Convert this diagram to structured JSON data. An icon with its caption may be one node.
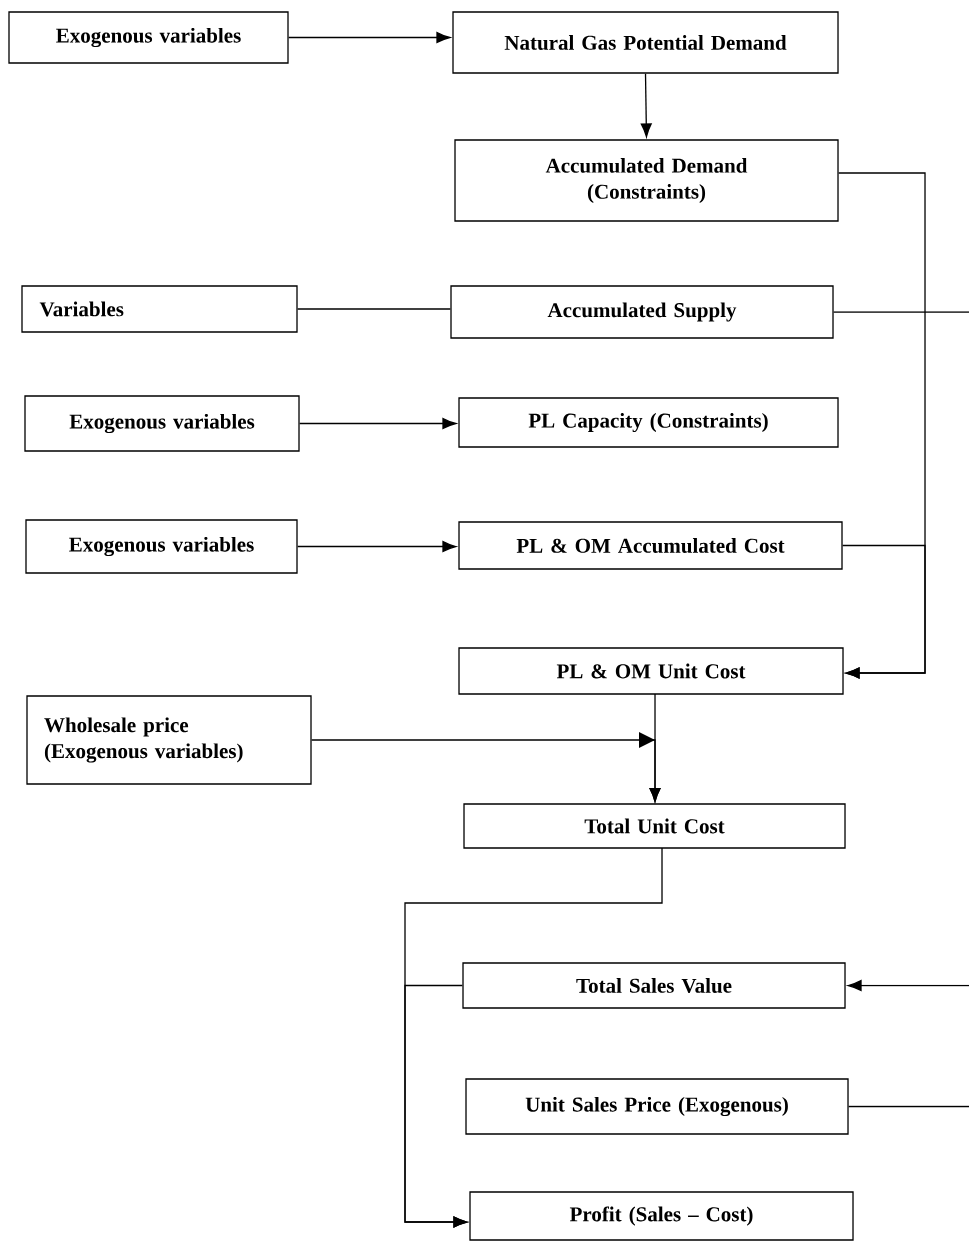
{
  "diagram": {
    "nodes": [
      {
        "text": [
          "Exogenous variables"
        ]
      },
      {
        "text": [
          "Natural Gas Potential Demand"
        ]
      },
      {
        "text": [
          "Accumulated Demand (Constraints)"
        ]
      },
      {
        "text": [
          "Variables"
        ]
      },
      {
        "text": [
          "Accumulated Supply"
        ]
      },
      {
        "text": [
          "Exogenous variables"
        ]
      },
      {
        "text": [
          "PL Capacity (Constraints)"
        ]
      },
      {
        "text": [
          "Exogenous variables"
        ]
      },
      {
        "text": [
          "PL & OM Accumulated Cost"
        ]
      },
      {
        "text": [
          "PL & OM Unit Cost"
        ]
      },
      {
        "text": [
          "Wholesale price (Exogenous variables)"
        ]
      },
      {
        "text": [
          "Total Unit Cost"
        ]
      },
      {
        "text": [
          "Total Sales Value"
        ]
      },
      {
        "text": [
          "Unit Sales Price (Exogenous)"
        ]
      },
      {
        "text": [
          "Profit (Sales – Cost)"
        ]
      }
    ],
    "edges": [
      {
        "from": 0,
        "to": 1,
        "arrow": "to"
      },
      {
        "from": 1,
        "to": 2,
        "arrow": "to"
      },
      {
        "from": 3,
        "to": 4,
        "arrow": "none"
      },
      {
        "from": 5,
        "to": 6,
        "arrow": "to"
      },
      {
        "from": 7,
        "to": 8,
        "arrow": "to"
      },
      {
        "from": 2,
        "to": 9,
        "arrow": "to"
      },
      {
        "from": 8,
        "to": 9,
        "arrow": "to"
      },
      {
        "from": 10,
        "to": 11,
        "arrow": "to"
      },
      {
        "from": 9,
        "to": 11,
        "arrow": "to"
      },
      {
        "from": 11,
        "to": 14,
        "arrow": "to"
      },
      {
        "from": 12,
        "to": 14,
        "arrow": "to"
      },
      {
        "from": null,
        "to": 12,
        "arrow": "to"
      },
      {
        "from": 13,
        "to": null,
        "arrow": "none"
      },
      {
        "from": 4,
        "to": null,
        "arrow": "none"
      }
    ]
  }
}
